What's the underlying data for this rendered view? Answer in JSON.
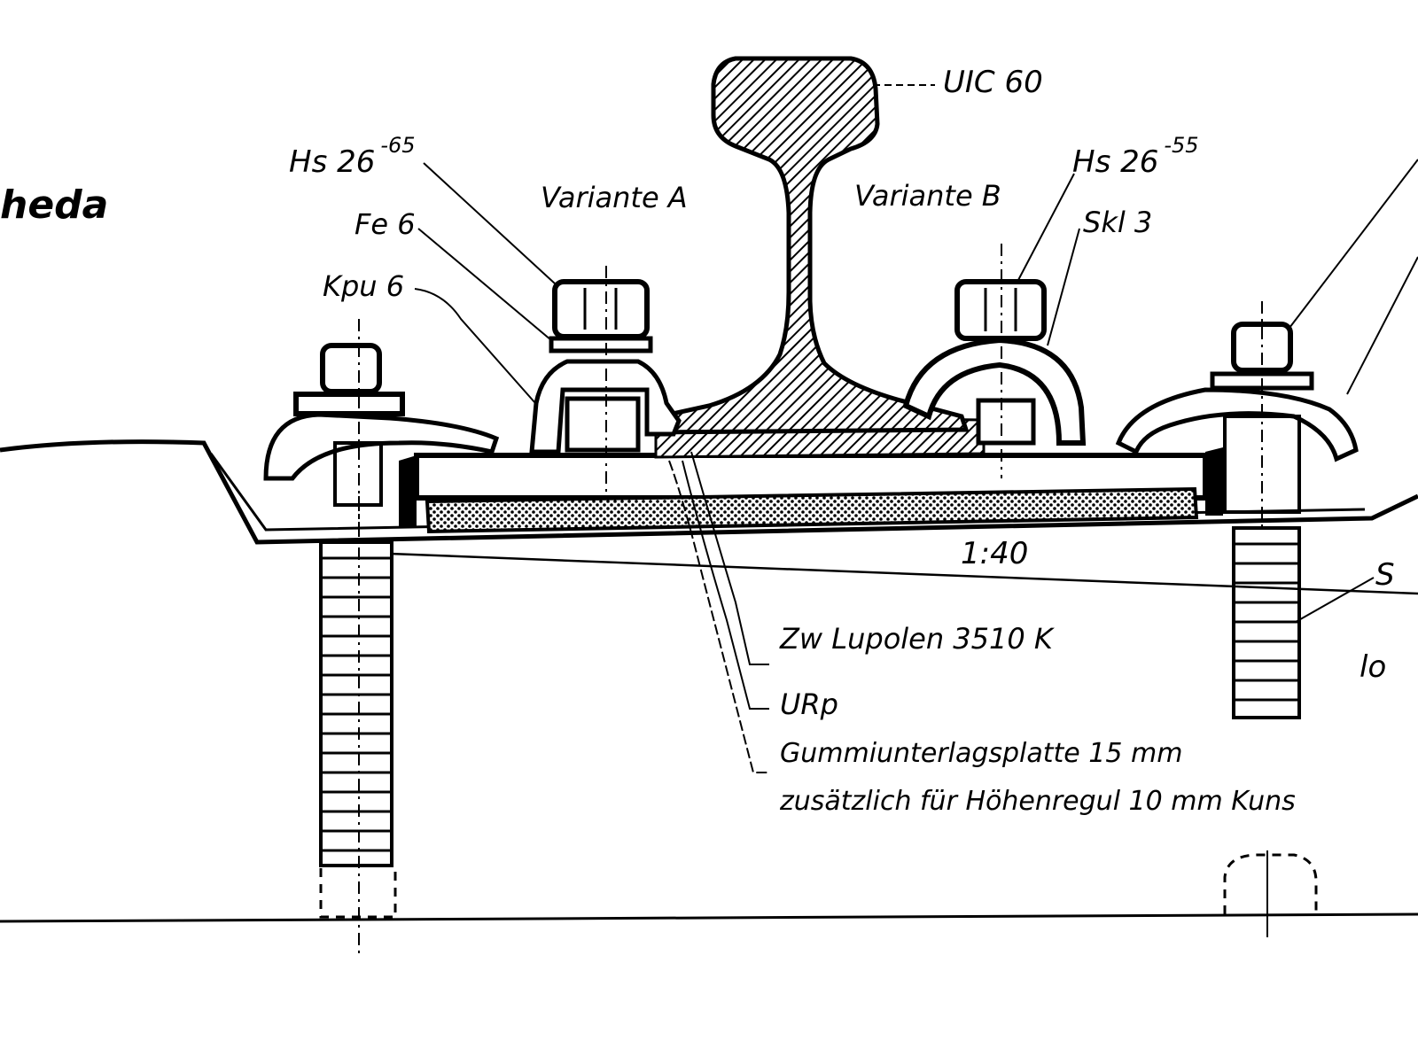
{
  "colors": {
    "ink": "#000000",
    "paper": "#ffffff"
  },
  "labels": {
    "title_fragment": "heda",
    "rail_profile": "UIC 60",
    "bolt_left": "Hs 26",
    "bolt_left_sup": "-65",
    "bolt_right": "Hs 26",
    "bolt_right_sup": "-55",
    "variant_a": "Variante A",
    "variant_b": "Variante B",
    "fe": "Fe 6",
    "kpu": "Kpu 6",
    "skl": "Skl 3",
    "gauge": "1:40",
    "zw": "Zw Lupolen 3510 K",
    "urp": "URp",
    "rubber": "Gummiunterlagsplatte 15 mm",
    "additional": "zusätzlich für Höhenregul 10 mm Kuns",
    "cut_s": "S",
    "cut_lo": "lo"
  }
}
